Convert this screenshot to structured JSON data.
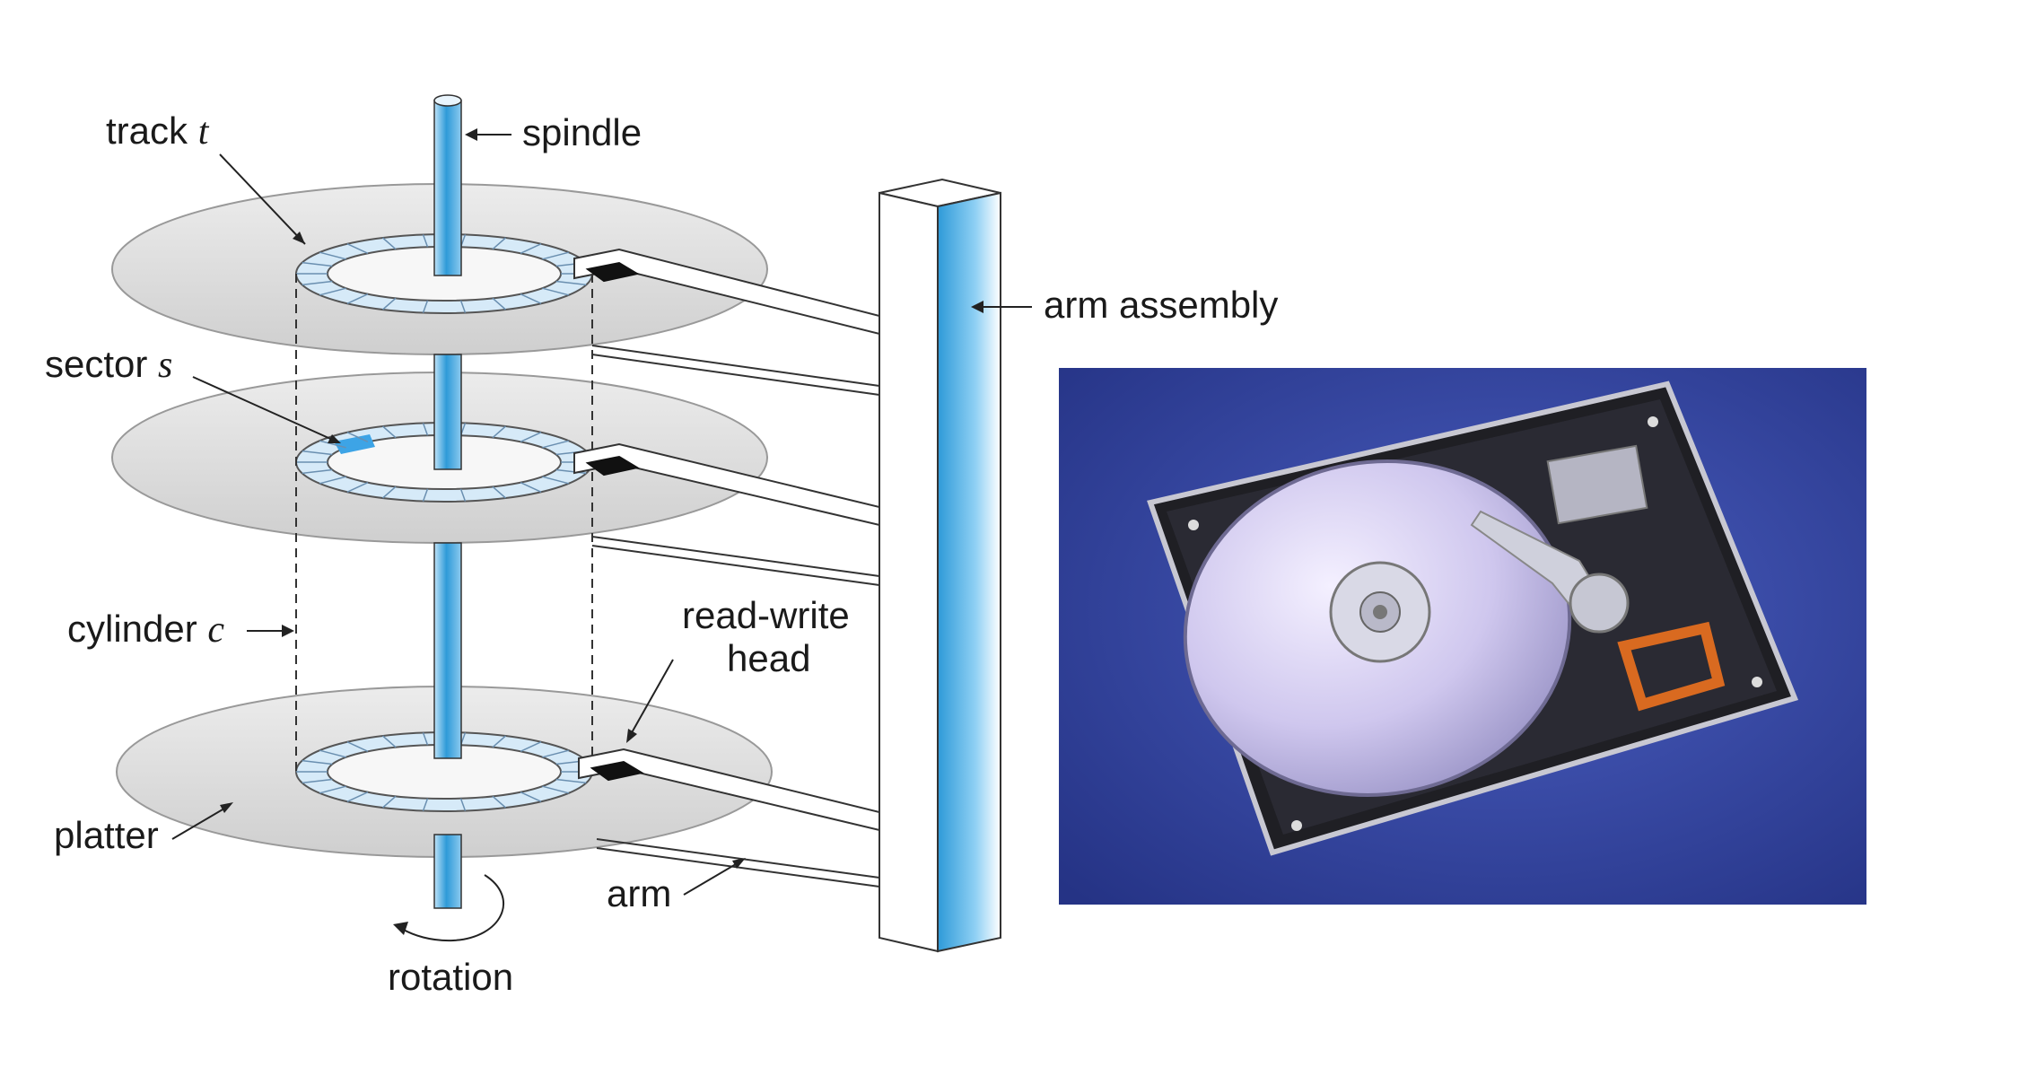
{
  "diagram": {
    "labels": {
      "track": "track",
      "track_var": "t",
      "spindle": "spindle",
      "sector": "sector",
      "sector_var": "s",
      "cylinder": "cylinder",
      "cylinder_var": "c",
      "read_write_head_line1": "read-write",
      "read_write_head_line2": "head",
      "arm_assembly": "arm assembly",
      "platter": "platter",
      "arm": "arm",
      "rotation": "rotation"
    }
  },
  "photo": {
    "subject": "hard-disk-drive-photo"
  },
  "colors": {
    "spindle_blue": "#2e9ad8",
    "track_fill": "#d6eaf8",
    "sector_highlight": "#3da4e6",
    "platter_fill": "#dedede",
    "photo_background": "#2f3f9c"
  }
}
